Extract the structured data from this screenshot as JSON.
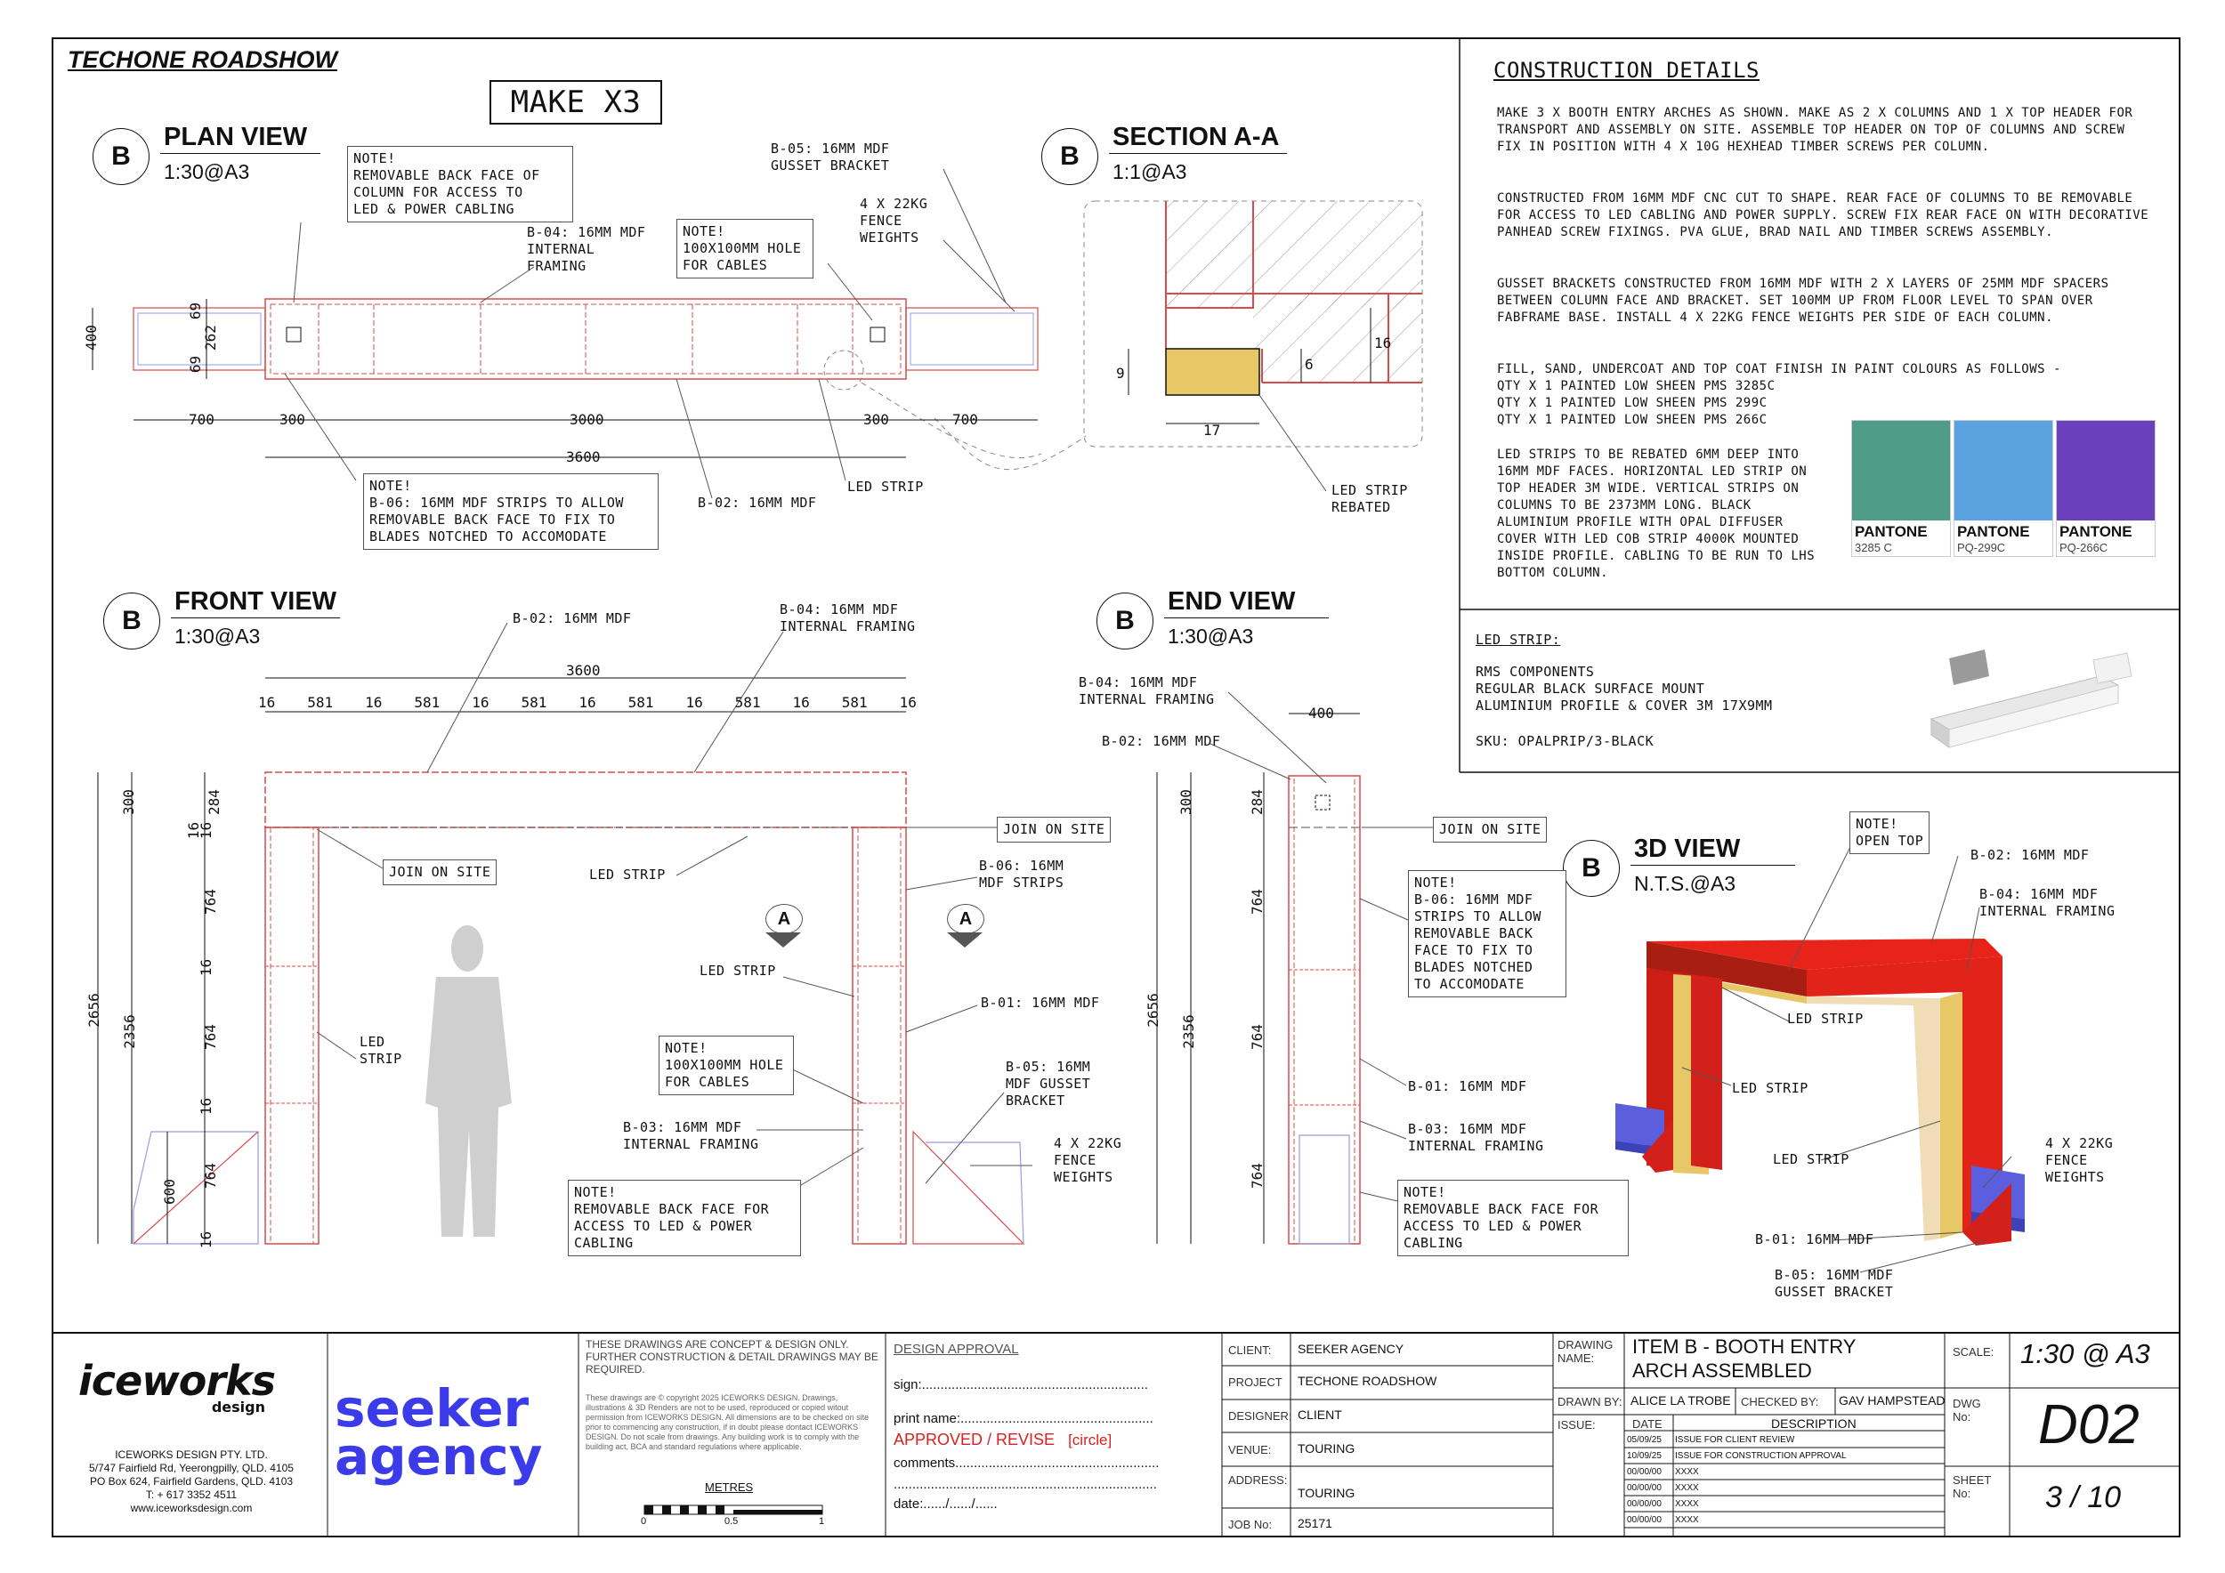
{
  "header": {
    "project_title": "TECHONE ROADSHOW",
    "make_qty": "MAKE X3"
  },
  "views": {
    "plan": {
      "bubble": "B",
      "title": "PLAN VIEW",
      "scale": "1:30@A3"
    },
    "section": {
      "bubble": "B",
      "title": "SECTION A-A",
      "scale": "1:1@A3"
    },
    "front": {
      "bubble": "B",
      "title": "FRONT VIEW",
      "scale": "1:30@A3"
    },
    "end": {
      "bubble": "B",
      "title": "END VIEW",
      "scale": "1:30@A3"
    },
    "three_d": {
      "bubble": "B",
      "title": "3D VIEW",
      "scale": "N.T.S.@A3"
    }
  },
  "plan_labels": {
    "note_back_face": "NOTE!\nREMOVABLE BACK FACE OF\nCOLUMN FOR ACCESS TO\nLED & POWER CABLING",
    "b04": "B-04: 16MM MDF\nINTERNAL\nFRAMING",
    "note_hole": "NOTE!\n100X100MM HOLE\nFOR CABLES",
    "b05": "B-05: 16MM MDF\nGUSSET BRACKET",
    "weights": "4 X 22KG\nFENCE\nWEIGHTS",
    "note_b06": "NOTE!\nB-06: 16MM MDF STRIPS TO ALLOW\nREMOVABLE BACK FACE TO FIX TO\nBLADES NOTCHED TO ACCOMODATE",
    "b02": "B-02: 16MM MDF",
    "led_strip": "LED STRIP",
    "dims": {
      "d700a": "700",
      "d300a": "300",
      "d3000": "3000",
      "d300b": "300",
      "d700b": "700",
      "d3600": "3600",
      "d400": "400",
      "d69a": "69",
      "d262": "262",
      "d69b": "69"
    }
  },
  "section_labels": {
    "d9": "9",
    "d6": "6",
    "d16": "16",
    "d17": "17",
    "led_rebated": "LED STRIP\nREBATED"
  },
  "front_labels": {
    "b02": "B-02: 16MM MDF",
    "b04": "B-04: 16MM MDF\nINTERNAL FRAMING",
    "d3600": "3600",
    "top_dims": [
      "16",
      "581",
      "16",
      "581",
      "16",
      "581",
      "16",
      "581",
      "16",
      "581",
      "16",
      "581",
      "16"
    ],
    "join_on_site_right": "JOIN ON SITE",
    "join_on_site_left": "JOIN ON SITE",
    "led_strip_mid": "LED STRIP",
    "b06": "B-06: 16MM\nMDF STRIPS",
    "section_marker": "A",
    "led_strip_right": "LED STRIP",
    "b01": "B-01: 16MM MDF",
    "note_hole": "NOTE!\n100X100MM HOLE\nFOR CABLES",
    "b05": "B-05: 16MM\nMDF GUSSET\nBRACKET",
    "b03": "B-03: 16MM MDF\nINTERNAL FRAMING",
    "weights": "4 X 22KG\nFENCE\nWEIGHTS",
    "note_back": "NOTE!\nREMOVABLE BACK FACE FOR\nACCESS TO LED & POWER\nCABLING",
    "led_strip_left": "LED\nSTRIP",
    "dims_left": {
      "d300": "300",
      "d2656": "2656",
      "d2356": "2356",
      "d16a": "16",
      "d16b": "16",
      "d284": "284",
      "d764a": "764",
      "d16c": "16",
      "d764b": "764",
      "d16d": "16",
      "d764c": "764",
      "d16e": "16",
      "d764d": "764",
      "d600": "600"
    }
  },
  "end_labels": {
    "b04": "B-04: 16MM MDF\nINTERNAL FRAMING",
    "b02": "B-02: 16MM MDF",
    "d400": "400",
    "join_on_site": "JOIN ON SITE",
    "note_b06": "NOTE!\nB-06: 16MM MDF\nSTRIPS TO ALLOW\nREMOVABLE BACK\nFACE TO FIX TO\nBLADES NOTCHED\nTO ACCOMODATE",
    "b01": "B-01: 16MM MDF",
    "b03": "B-03: 16MM MDF\nINTERNAL FRAMING",
    "note_back": "NOTE!\nREMOVABLE BACK FACE FOR\nACCESS TO LED & POWER\nCABLING",
    "dims_left": {
      "d300": "300",
      "d2656": "2656",
      "d2356": "2356",
      "d284": "284",
      "d764a": "764",
      "d764b": "764",
      "d764c": "764"
    }
  },
  "three_d_labels": {
    "open_top": "NOTE!\nOPEN TOP",
    "b02": "B-02: 16MM MDF",
    "b04": "B-04: 16MM MDF\nINTERNAL FRAMING",
    "led_strip_a": "LED STRIP",
    "led_strip_b": "LED STRIP",
    "led_strip_c": "LED STRIP",
    "weights": "4 X 22KG\nFENCE\nWEIGHTS",
    "b01": "B-01: 16MM MDF",
    "b05": "B-05: 16MM MDF\nGUSSET BRACKET"
  },
  "construction": {
    "heading": "CONSTRUCTION DETAILS",
    "para1": "MAKE 3 X BOOTH ENTRY ARCHES AS SHOWN. MAKE AS 2 X COLUMNS AND 1 X TOP HEADER FOR TRANSPORT AND ASSEMBLY ON SITE. ASSEMBLE TOP HEADER ON TOP OF COLUMNS AND SCREW FIX IN POSITION WITH 4 X 10G HEXHEAD TIMBER SCREWS PER COLUMN.",
    "para2": "CONSTRUCTED FROM 16MM MDF CNC CUT TO SHAPE. REAR FACE OF COLUMNS TO BE REMOVABLE FOR ACCESS TO LED CABLING AND POWER SUPPLY. SCREW FIX REAR FACE ON WITH DECORATIVE PANHEAD SCREW FIXINGS. PVA GLUE, BRAD NAIL AND TIMBER SCREWS ASSEMBLY.",
    "para3": "GUSSET BRACKETS CONSTRUCTED FROM 16MM MDF WITH 2 X LAYERS OF 25MM MDF SPACERS BETWEEN COLUMN FACE AND BRACKET. SET 100MM UP FROM FLOOR LEVEL TO SPAN OVER FABFRAME BASE. INSTALL 4 X 22KG FENCE WEIGHTS PER SIDE OF EACH COLUMN.",
    "para4": "FILL, SAND, UNDERCOAT AND TOP COAT FINISH IN PAINT COLOURS AS FOLLOWS -\nQTY X 1 PAINTED LOW SHEEN PMS 3285C\nQTY X 1 PAINTED LOW SHEEN PMS 299C\nQTY X 1 PAINTED LOW SHEEN PMS 266C",
    "para5": "LED STRIPS TO BE REBATED 6MM DEEP INTO 16MM MDF FACES. HORIZONTAL LED STRIP ON TOP HEADER 3M WIDE. VERTICAL STRIPS ON COLUMNS TO BE 2373MM LONG. BLACK ALUMINIUM PROFILE WITH OPAL DIFFUSER COVER WITH LED COB STRIP 4000K MOUNTED INSIDE PROFILE. CABLING TO BE RUN TO LHS BOTTOM COLUMN.",
    "swatches": [
      {
        "brand": "PANTONE",
        "code": "3285 C",
        "color": "#4f9c88"
      },
      {
        "brand": "PANTONE",
        "code": "PQ-299C",
        "color": "#5aa2e0"
      },
      {
        "brand": "PANTONE",
        "code": "PQ-266C",
        "color": "#6a40bc"
      }
    ]
  },
  "led_spec": {
    "heading": "LED STRIP:",
    "lines": "RMS COMPONENTS\nREGULAR BLACK SURFACE MOUNT\nALUMINIUM PROFILE & COVER 3M 17X9MM",
    "sku": "SKU: OPALPRIP/3-BLACK"
  },
  "title_block": {
    "logo_main": "iceworks",
    "logo_sub": "design",
    "company": "ICEWORKS DESIGN PTY. LTD.",
    "address1": "5/747 Fairfield Rd, Yeerongpilly, QLD. 4105",
    "address2": "PO Box 624, Fairfield Gardens, QLD. 4103",
    "phone": "T: + 617 3352 4511",
    "web": "www.iceworksdesign.com",
    "client_logo_1": "seeker",
    "client_logo_2": "agency",
    "concept_note": "THESE DRAWINGS ARE CONCEPT & DESIGN ONLY. FURTHER CONSTRUCTION & DETAIL DRAWINGS MAY BE REQUIRED.",
    "copyright": "These drawings are © copyright 2025 ICEWORKS DESIGN. Drawings, illustrations & 3D Renders are not to be used, reproduced or copied witout permission from ICEWORKS DESIGN. All dimensions are to be checked on site prior to commencing any construction, if in doubt please dontact ICEWORKS DESIGN. Do not scale from drawings. Any building work is to comply with the building act, BCA and standard regulations where applicable.",
    "scale_bar_label": "METRES",
    "scale_bar_ticks": [
      "0",
      "0.5",
      "1"
    ],
    "design_approval": "DESIGN APPROVAL",
    "sign": "sign:.............................................................",
    "print_name": "print name:....................................................",
    "approved_revise": "APPROVED / REVISE",
    "circle": "[circle]",
    "comments": "comments.......................................................",
    "comments_line": ".......................................................................",
    "date": "date:....../....../......",
    "client_label": "CLIENT:",
    "client_val": "SEEKER AGENCY",
    "project_label": "PROJECT",
    "project_val": "TECHONE ROADSHOW",
    "designer_label": "DESIGNER:",
    "designer_val": "CLIENT",
    "venue_label": "VENUE:",
    "venue_val": "TOURING",
    "address_label": "ADDRESS:",
    "address_val": "TOURING",
    "job_label": "JOB No:",
    "job_val": "25171",
    "drawing_name_label": "DRAWING\nNAME:",
    "drawing_name_val": "ITEM B - BOOTH ENTRY\nARCH ASSEMBLED",
    "scale_label": "SCALE:",
    "scale_val": "1:30 @ A3",
    "drawn_by_label": "DRAWN BY:",
    "drawn_by_val": "ALICE LA TROBE",
    "checked_by_label": "CHECKED BY:",
    "checked_by_val": "GAV HAMPSTEAD",
    "issue_label": "ISSUE:",
    "date_col": "DATE",
    "desc_col": "DESCRIPTION",
    "issues": [
      {
        "date": "05/09/25",
        "desc": "ISSUE FOR CLIENT REVIEW"
      },
      {
        "date": "10/09/25",
        "desc": "ISSUE FOR CONSTRUCTION APPROVAL"
      },
      {
        "date": "00/00/00",
        "desc": "XXXX"
      },
      {
        "date": "00/00/00",
        "desc": "XXXX"
      },
      {
        "date": "00/00/00",
        "desc": "XXXX"
      },
      {
        "date": "00/00/00",
        "desc": "XXXX"
      }
    ],
    "dwg_label": "DWG\nNo:",
    "dwg_val": "D02",
    "sheet_label": "SHEET\nNo:",
    "sheet_val": "3 / 10"
  },
  "colors": {
    "mdf_red": "#e2231a",
    "led_yellow": "#e8c766",
    "weight_blue": "#6166e8",
    "line_red": "#d94a4a",
    "brand_blue": "#3b3bea"
  }
}
